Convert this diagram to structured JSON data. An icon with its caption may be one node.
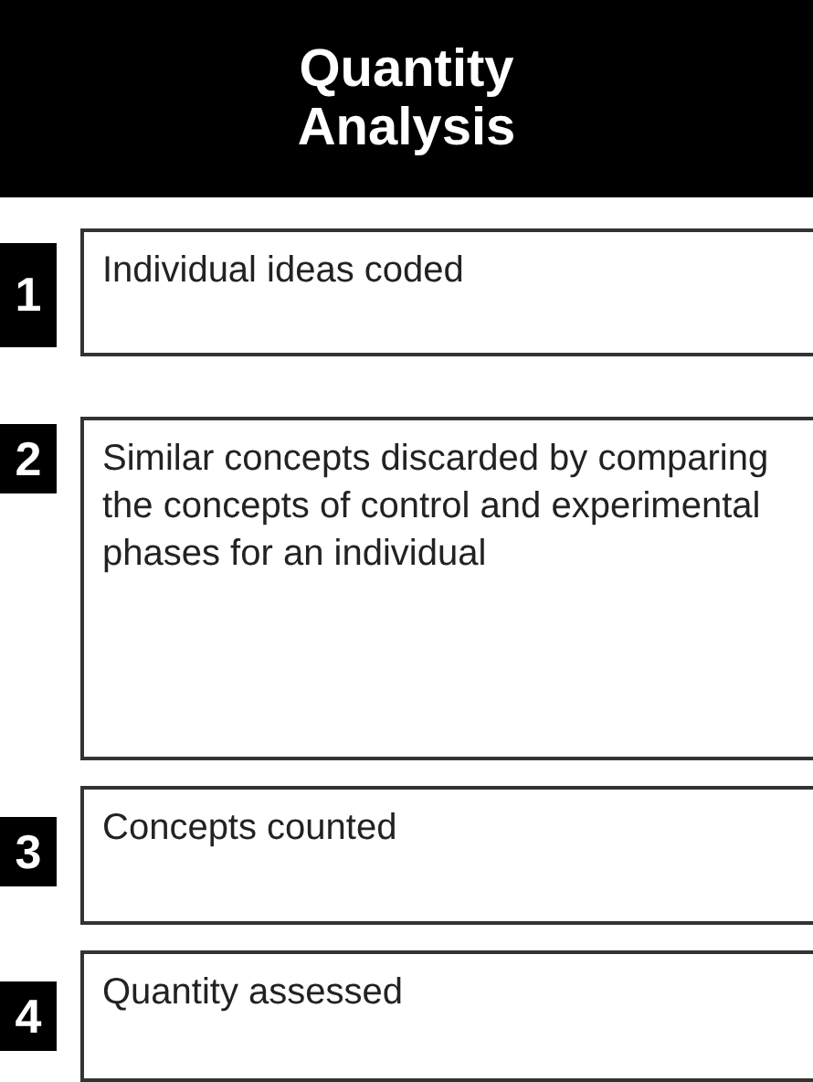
{
  "diagram": {
    "title": "Quantity Analysis",
    "nodes": [
      {
        "text": [
          "1"
        ]
      },
      {
        "text": [
          "Individual ideas coded"
        ]
      },
      {
        "text": [
          "2"
        ]
      },
      {
        "text": [
          "Similar concepts discarded by comparing the concepts of control and experimental phases for an individual"
        ]
      },
      {
        "text": [
          "3"
        ]
      },
      {
        "text": [
          "Concepts counted"
        ]
      },
      {
        "text": [
          "4"
        ]
      },
      {
        "text": [
          "Quantity assessed"
        ]
      }
    ],
    "edges": []
  }
}
